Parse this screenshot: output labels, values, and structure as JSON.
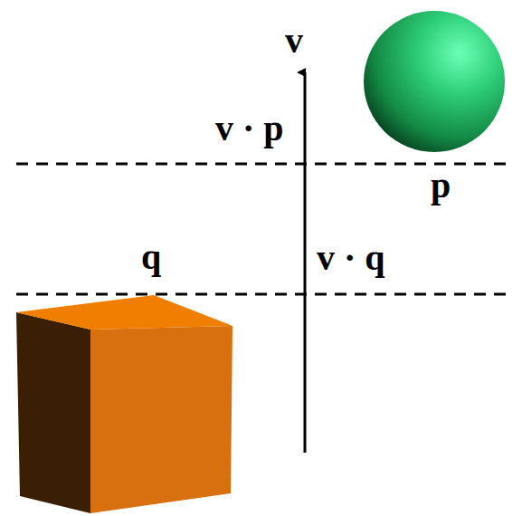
{
  "diagram": {
    "labels": [
      "v",
      "v · p",
      "p",
      "q",
      "v · q"
    ]
  }
}
